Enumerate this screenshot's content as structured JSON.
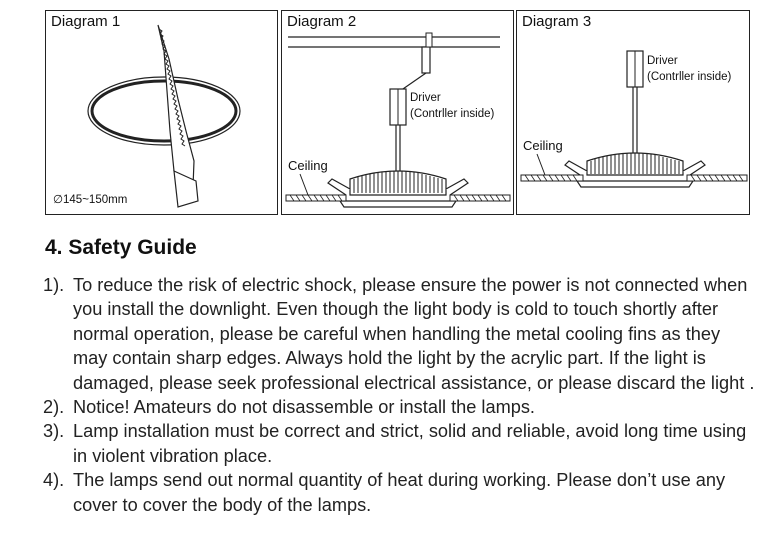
{
  "diagrams": [
    {
      "title": "Diagram 1",
      "size_label": "∅145~150mm"
    },
    {
      "title": "Diagram 2",
      "driver_label": "Driver",
      "driver_sub": "(Contrller inside)",
      "ceiling_label": "Ceiling"
    },
    {
      "title": "Diagram 3",
      "driver_label": "Driver",
      "driver_sub": "(Contrller inside)",
      "ceiling_label": "Ceiling"
    }
  ],
  "section_title": "4. Safety Guide",
  "items": [
    {
      "num": "1).",
      "text": "To reduce the risk of electric shock, please ensure the power is not connected when you install the downlight. Even though the light body is cold to touch shortly after normal operation, please be careful when handling the metal cooling fins as they may contain sharp edges. Always hold the light by the acrylic part. If the light is damaged, please seek professional electrical assistance, or please discard the light ."
    },
    {
      "num": "2).",
      "text": "Notice! Amateurs do not disassemble or install the lamps."
    },
    {
      "num": "3).",
      "text": "Lamp installation must be correct and strict, solid and reliable, avoid long time using in violent vibration place."
    },
    {
      "num": "4).",
      "text": "The lamps send out normal quantity of heat during working. Please don’t use any cover to cover the body of the lamps."
    }
  ]
}
